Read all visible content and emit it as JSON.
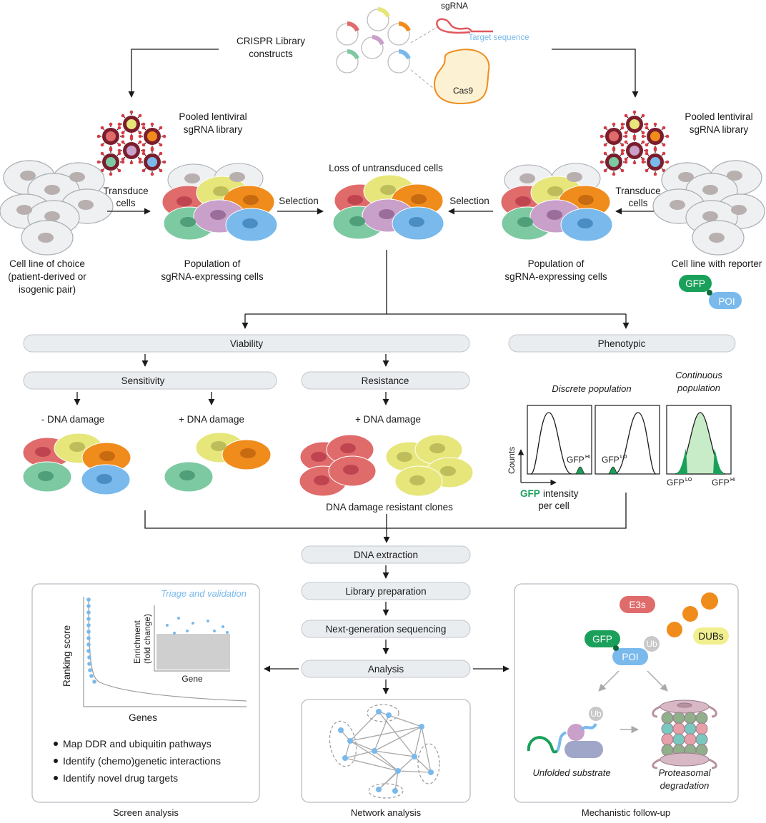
{
  "top": {
    "library_label_1": "CRISPR Library",
    "library_label_2": "constructs",
    "sgrna_label": "sgRNA",
    "target_label": "Target sequence",
    "cas9_label": "Cas9"
  },
  "left_branch": {
    "pooled_1": "Pooled lentiviral",
    "pooled_2": "sgRNA library",
    "transduce_1": "Transduce",
    "transduce_2": "cells",
    "cellline_1": "Cell line of choice",
    "cellline_2": "(patient-derived or",
    "cellline_3": "isogenic pair)",
    "population_1": "Population of",
    "population_2": "sgRNA-expressing cells",
    "selection": "Selection"
  },
  "center": {
    "loss_label": "Loss of untransduced cells"
  },
  "right_branch": {
    "pooled_1": "Pooled lentiviral",
    "pooled_2": "sgRNA library",
    "transduce_1": "Transduce",
    "transduce_2": "cells",
    "selection": "Selection",
    "population_1": "Population of",
    "population_2": "sgRNA-expressing cells",
    "reporter_label": "Cell line with reporter",
    "gfp": "GFP",
    "poi": "POI"
  },
  "screens": {
    "viability": "Viability",
    "phenotypic": "Phenotypic",
    "sensitivity": "Sensitivity",
    "resistance": "Resistance",
    "minus_dna": "- DNA damage",
    "plus_dna_1": "+ DNA damage",
    "plus_dna_2": "+ DNA damage",
    "resistant_clones": "DNA damage resistant clones",
    "discrete_pop": "Discrete population",
    "continuous_1": "Continuous",
    "continuous_2": "population",
    "counts": "Counts",
    "gfp_word": "GFP",
    "intensity_1": " intensity",
    "intensity_2": "per cell",
    "gfp_hi": "GFP",
    "hi_sup": "HI",
    "gfp_lo": "GFP",
    "lo_sup": "LO",
    "gfp_lo2": "GFP",
    "lo_sup2": "LO",
    "gfp_hi2": "GFP",
    "hi_sup2": "HI"
  },
  "pipeline": {
    "step1": "DNA extraction",
    "step2": "Library preparation",
    "step3": "Next-generation sequencing",
    "step4": "Analysis"
  },
  "screen_analysis": {
    "triage": "Triage and validation",
    "ranking": "Ranking score",
    "genes": "Genes",
    "enrichment_1": "Enrichment",
    "enrichment_2": "(fold change)",
    "gene": "Gene",
    "bullets": [
      "Map DDR and ubiquitin pathways",
      "Identify (chemo)genetic interactions",
      "Identify novel drug targets"
    ],
    "footer": "Screen analysis"
  },
  "network_analysis": {
    "footer": "Network analysis"
  },
  "mechanistic": {
    "e3s": "E3s",
    "dubs": "DUBs",
    "gfp": "GFP",
    "poi": "POI",
    "ub1": "Ub",
    "ub2": "Ub",
    "unfolded": "Unfolded substrate",
    "proteasomal_1": "Proteasomal",
    "proteasomal_2": "degradation",
    "footer": "Mechanistic follow-up"
  }
}
